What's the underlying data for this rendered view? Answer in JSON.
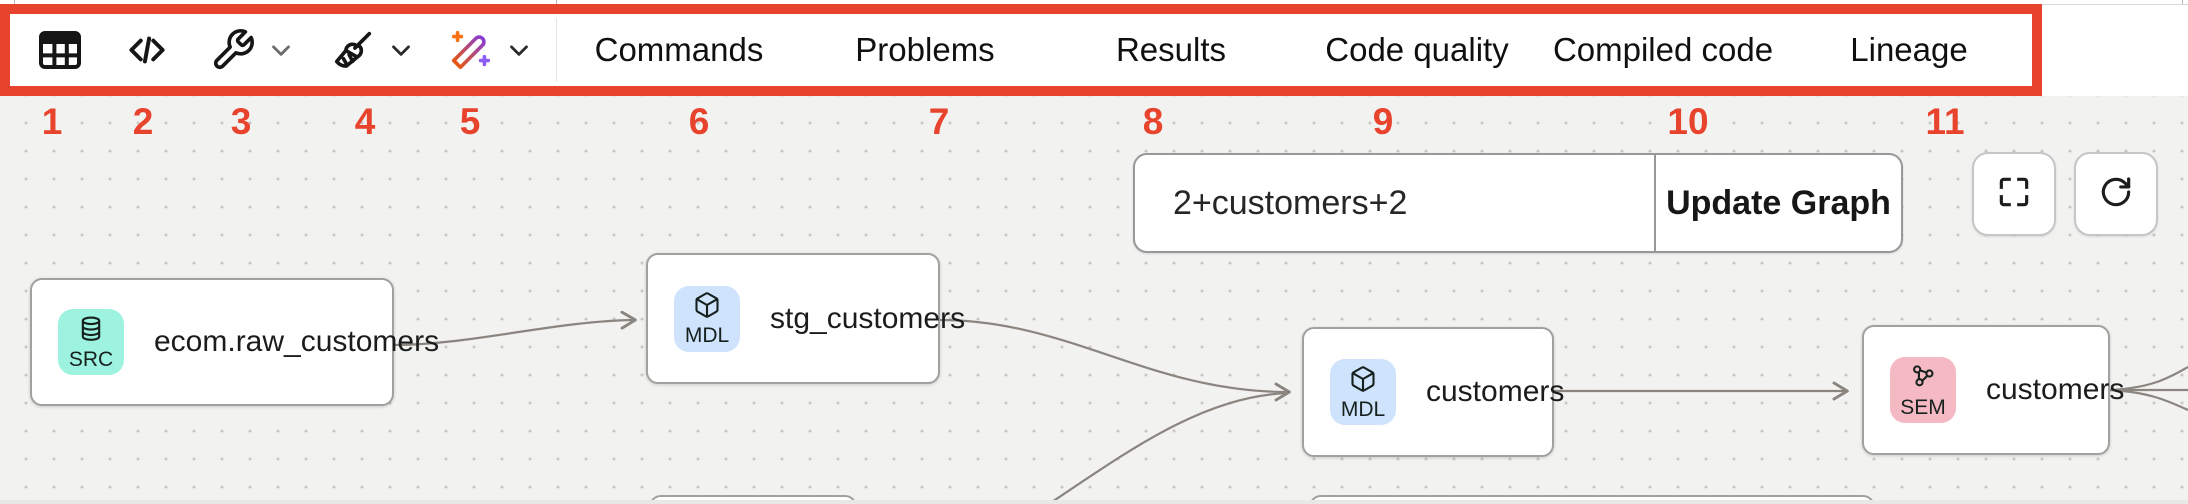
{
  "annotation": {
    "box_color": "#e8432c",
    "labels": [
      "1",
      "2",
      "3",
      "4",
      "5",
      "6",
      "7",
      "8",
      "9",
      "10",
      "11"
    ]
  },
  "toolbar": {
    "icons": [
      {
        "name": "table",
        "number": "1"
      },
      {
        "name": "code",
        "number": "2"
      },
      {
        "name": "wrench",
        "number": "3",
        "has_dropdown": true
      },
      {
        "name": "broom",
        "number": "4",
        "has_dropdown": true
      },
      {
        "name": "magic-wand",
        "number": "5",
        "has_dropdown": true
      }
    ],
    "tabs": [
      {
        "label": "Commands",
        "number": "6"
      },
      {
        "label": "Problems",
        "number": "7"
      },
      {
        "label": "Results",
        "number": "8"
      },
      {
        "label": "Code quality",
        "number": "9"
      },
      {
        "label": "Compiled code",
        "number": "10"
      },
      {
        "label": "Lineage",
        "number": "11"
      }
    ]
  },
  "lineage": {
    "filter_input": "2+customers+2",
    "update_button": "Update Graph",
    "nodes": [
      {
        "badge": "SRC",
        "badge_color": "#9ef3e0",
        "label": "ecom.raw_customers"
      },
      {
        "badge": "MDL",
        "badge_color": "#cfe3fc",
        "label": "stg_customers"
      },
      {
        "badge": "MDL",
        "badge_color": "#cfe3fc",
        "label": "customers"
      },
      {
        "badge": "SEM",
        "badge_color": "#f5b9c3",
        "label": "customers"
      }
    ]
  }
}
